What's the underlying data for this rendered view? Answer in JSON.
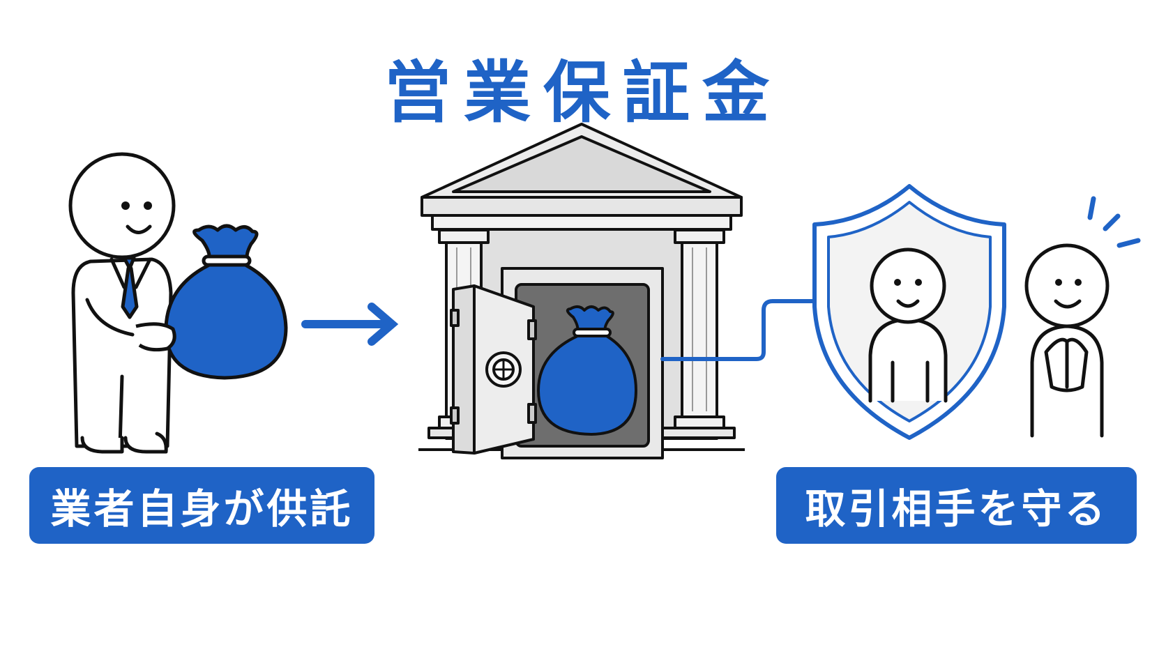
{
  "title": "営業保証金",
  "labels": {
    "depositor": "業者自身が供託",
    "protection": "取引相手を守る"
  },
  "colors": {
    "accent": "#1f63c6",
    "outline": "#111111",
    "building": "#e6e6e6",
    "vault_interior": "#707070"
  },
  "icons": {
    "person": "businessperson-icon",
    "bag": "money-bag-icon",
    "building": "bank-building-icon",
    "safe": "open-safe-icon",
    "shield": "shield-icon",
    "happy_person": "grateful-person-icon"
  }
}
